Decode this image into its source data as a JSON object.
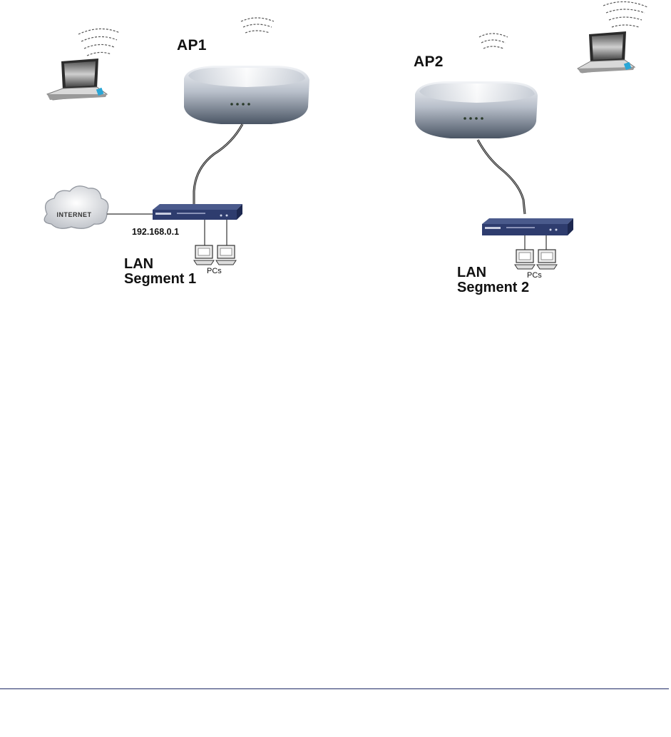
{
  "diagram": {
    "ap1_label": "AP1",
    "ap2_label": "AP2",
    "internet_label": "INTERNET",
    "router1_ip": "192.168.0.1",
    "segment1": {
      "line1": "LAN",
      "line2": "Segment 1"
    },
    "segment2": {
      "line1": "LAN",
      "line2": "Segment 2"
    },
    "pcs_label_1": "PCs",
    "pcs_label_2": "PCs"
  },
  "colors": {
    "footer_rule": "#1f2a66",
    "router_body": "#2e3c6e",
    "ap_body": "#5d6878",
    "laptop_screen": "#333333"
  }
}
